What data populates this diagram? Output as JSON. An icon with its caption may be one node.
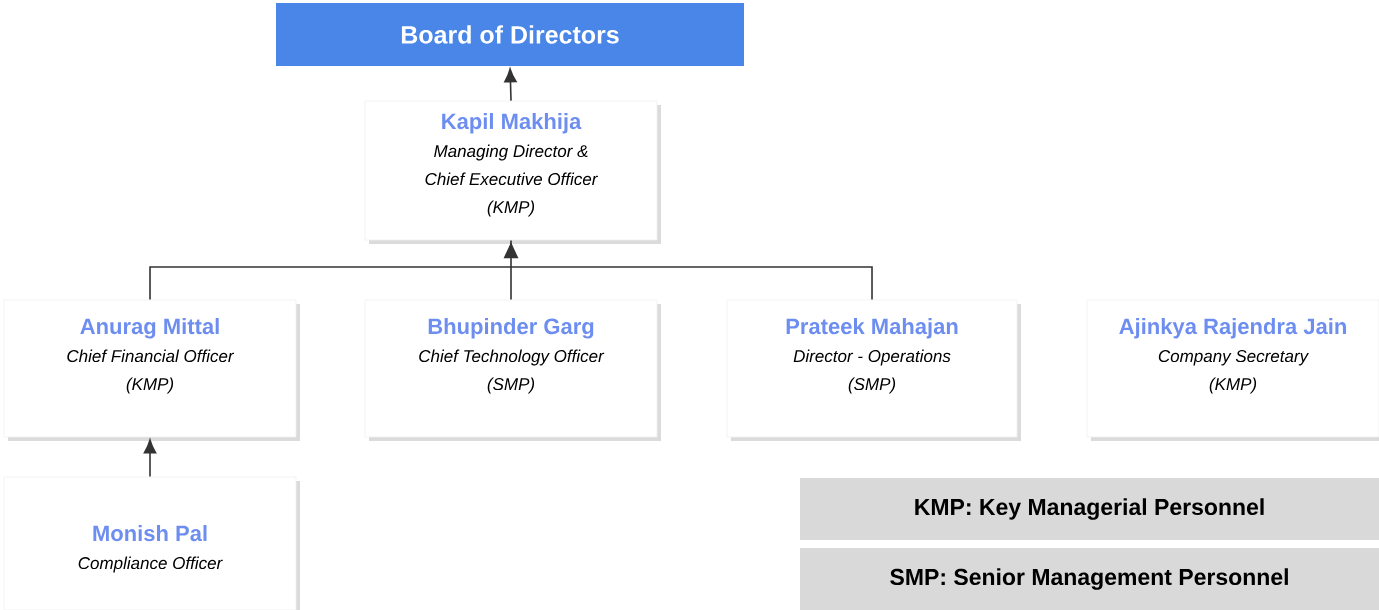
{
  "diagram": {
    "nodes": [
      {
        "text": [
          "Board of Directors"
        ]
      },
      {
        "text": [
          "Kapil Makhija",
          "Managing Director & Chief Executive Officer",
          "(KMP)"
        ]
      },
      {
        "text": [
          "Anurag Mittal",
          "Chief Financial Officer",
          "(KMP)"
        ]
      },
      {
        "text": [
          "Bhupinder Garg",
          "Chief Technology Officer",
          "(SMP)"
        ]
      },
      {
        "text": [
          "Prateek Mahajan",
          "Director - Operations",
          "(SMP)"
        ]
      },
      {
        "text": [
          "Ajinkya Rajendra Jain",
          "Company Secretary",
          "(KMP)"
        ]
      },
      {
        "text": [
          "Monish Pal",
          "Compliance Officer"
        ]
      },
      {
        "text": [
          "KMP: Key Managerial Personnel"
        ]
      },
      {
        "text": [
          "SMP: Senior Management Personnel"
        ]
      }
    ],
    "edges": [
      {
        "from": 1,
        "to": 0,
        "arrow": "to"
      },
      {
        "from": 2,
        "to": 1,
        "arrow": "to"
      },
      {
        "from": 3,
        "to": 1,
        "arrow": "to"
      },
      {
        "from": 4,
        "to": 1,
        "arrow": "to"
      },
      {
        "from": 6,
        "to": 2,
        "arrow": "to"
      }
    ]
  }
}
